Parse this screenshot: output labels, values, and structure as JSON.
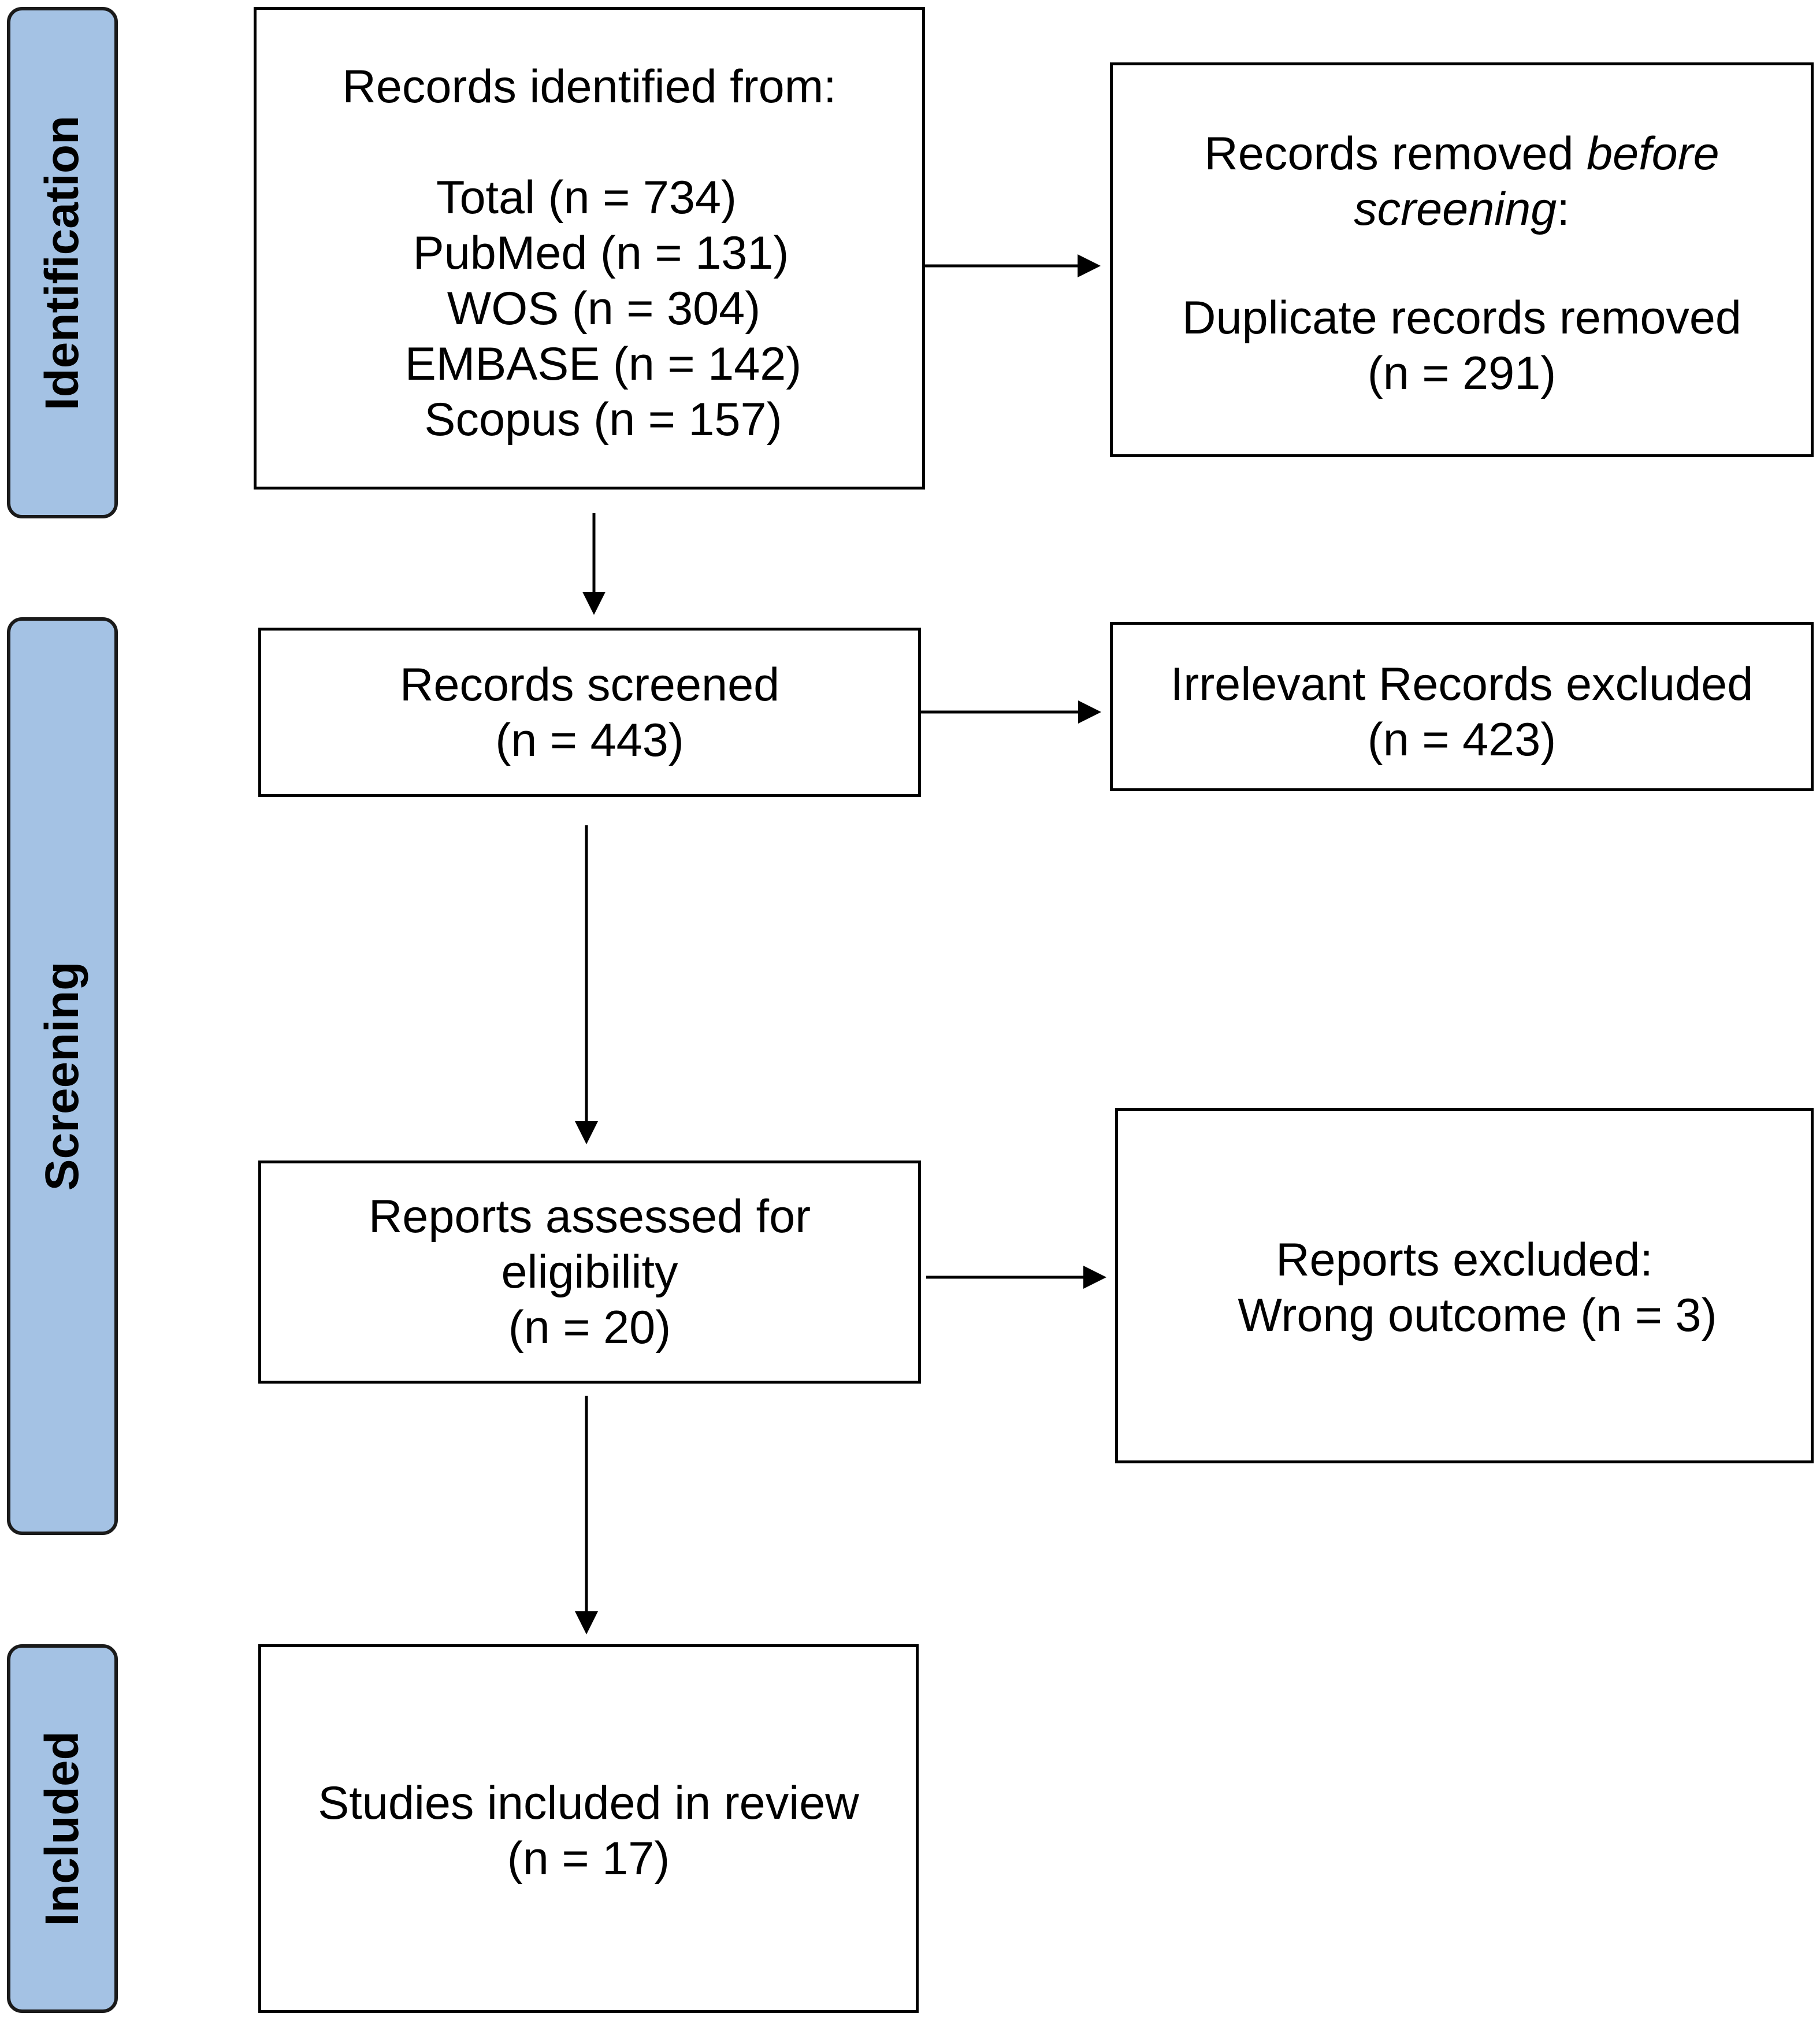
{
  "phases": {
    "identification": "Identification",
    "screening": "Screening",
    "included": "Included"
  },
  "identified": {
    "heading": "Records identified from:",
    "total": "Total (n = 734)",
    "pubmed": "PubMed (n = 131)",
    "wos": "WOS (n = 304)",
    "embase": "EMBASE (n = 142)",
    "scopus": "Scopus (n = 157)"
  },
  "removed": {
    "text_prefix": "Records removed ",
    "text_italic": "before",
    "italic_line2": "screening",
    "colon": ":",
    "line3": "Duplicate records removed",
    "line4": "(n = 291)"
  },
  "screened": {
    "line1": "Records screened",
    "line2": "(n = 443)"
  },
  "irrelevant": {
    "line1": "Irrelevant Records excluded",
    "line2": "(n = 423)"
  },
  "assessed": {
    "line1": "Reports assessed for",
    "line2": "eligibility",
    "line3": "(n = 20)"
  },
  "excluded": {
    "line1": "Reports excluded:",
    "line2": "Wrong outcome (n = 3)"
  },
  "included_studies": {
    "line1": "Studies included in review",
    "line2": "(n = 17)"
  }
}
